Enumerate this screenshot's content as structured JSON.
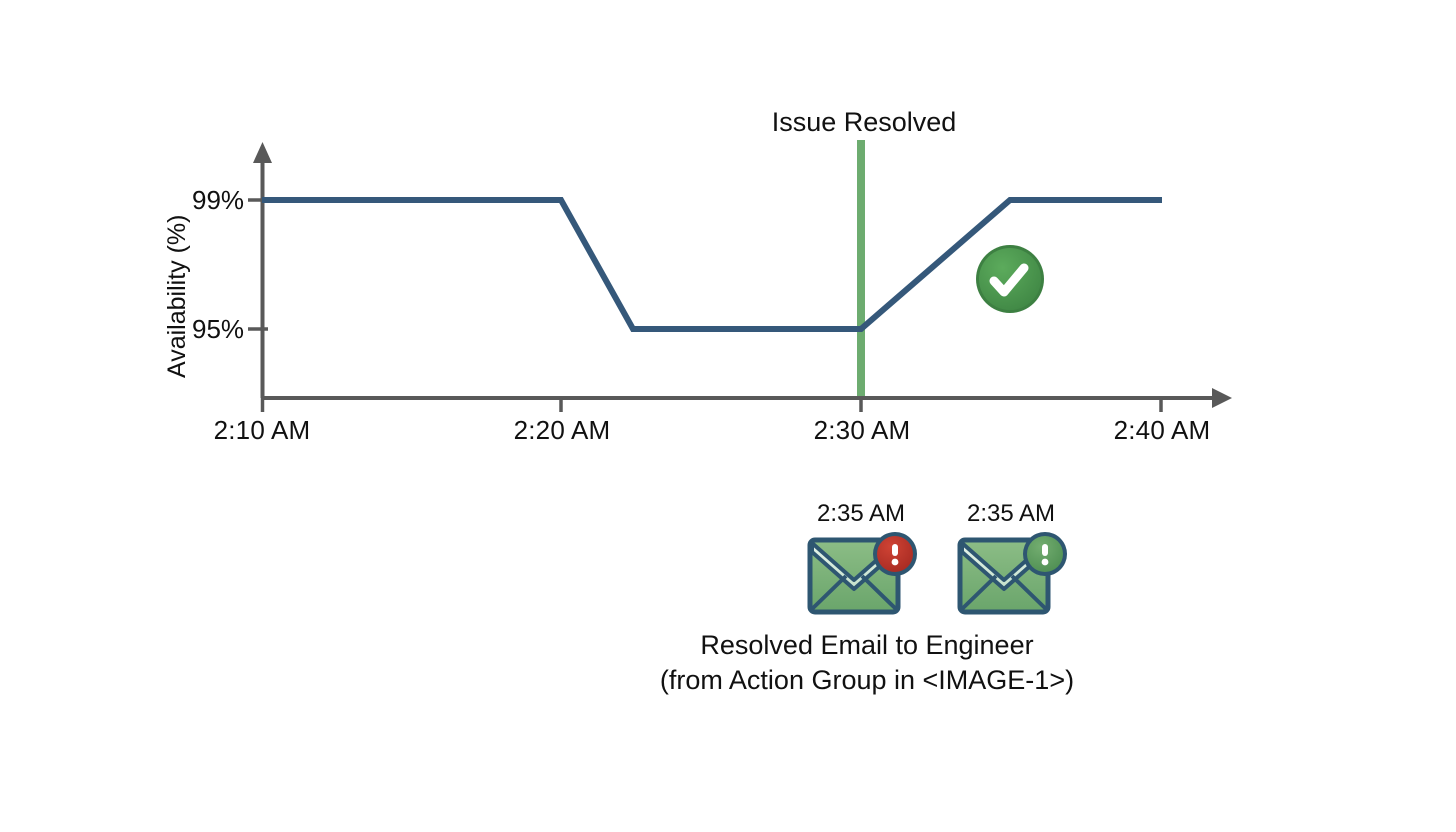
{
  "chart_data": {
    "type": "line",
    "title": "",
    "xlabel": "",
    "ylabel": "Availability (%)",
    "x_tick_labels": [
      "2:10 AM",
      "2:20 AM",
      "2:30 AM",
      "2:40 AM"
    ],
    "y_tick_labels": [
      "99%",
      "95%"
    ],
    "y_tick_values": [
      99,
      95
    ],
    "ylim": [
      93.8,
      100.4
    ],
    "xlim": [
      "2:10 AM",
      "2:41 AM"
    ],
    "grid": false,
    "legend": "none",
    "series": [
      {
        "name": "Availability",
        "color": "#35587a",
        "points": [
          {
            "x": "2:10 AM",
            "y": 99
          },
          {
            "x": "2:20 AM",
            "y": 99
          },
          {
            "x": "2:22:30 AM",
            "y": 95
          },
          {
            "x": "2:30 AM",
            "y": 95
          },
          {
            "x": "2:35 AM",
            "y": 99
          },
          {
            "x": "2:40 AM",
            "y": 99
          }
        ]
      }
    ],
    "annotations": [
      {
        "name": "issue-resolved-marker",
        "label": "Issue Resolved",
        "x": "2:30 AM",
        "type": "vertical-line",
        "color": "#6dac70"
      },
      {
        "name": "resolved-check",
        "label": "resolved",
        "x": "2:35 AM",
        "y": 97,
        "type": "icon",
        "icon": "check-circle-icon",
        "color": "#4e9a51"
      }
    ]
  },
  "annotation": {
    "issue_resolved_label": "Issue Resolved"
  },
  "axis": {
    "y_title": "Availability (%)",
    "y_ticks": [
      "99%",
      "95%"
    ],
    "x_ticks": [
      "2:10 AM",
      "2:20 AM",
      "2:30 AM",
      "2:40 AM"
    ]
  },
  "emails": {
    "items": [
      {
        "time": "2:35 AM",
        "badge": "alert",
        "badge_glyph": "!",
        "badge_color": "#c0392b",
        "icon": "email-icon"
      },
      {
        "time": "2:35 AM",
        "badge": "info",
        "badge_glyph": "!",
        "badge_color": "#5fa25f",
        "icon": "email-icon"
      }
    ],
    "caption_line1": "Resolved Email to Engineer",
    "caption_line2": "(from Action Group in <IMAGE-1>)"
  },
  "colors": {
    "line": "#35587a",
    "axis": "#595959",
    "marker_green": "#6dac70",
    "check_green": "#4e9a51",
    "envelope_body": "#79b078",
    "envelope_flap": "#d7ecdd",
    "envelope_border": "#2e5671",
    "badge_red": "#c0392b",
    "badge_green": "#5fa25f"
  }
}
